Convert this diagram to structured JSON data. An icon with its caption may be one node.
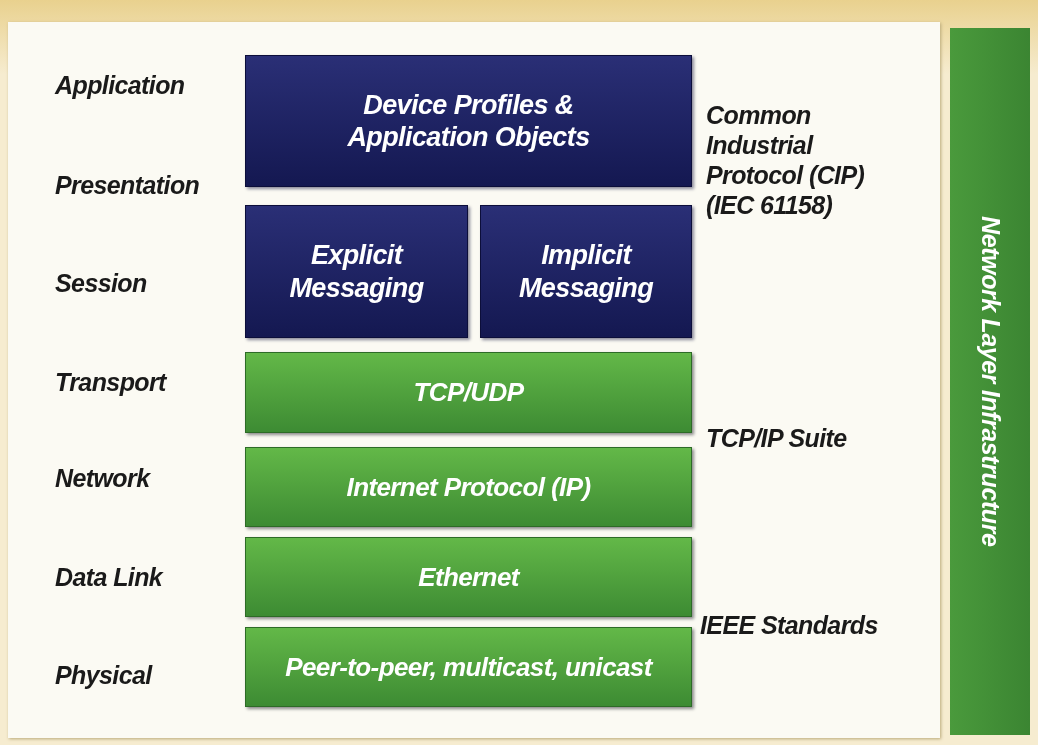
{
  "diagram": {
    "nodes": [
      {
        "text": [
          "Device Profiles & Application Objects"
        ]
      },
      {
        "text": [
          "Explicit Messaging"
        ]
      },
      {
        "text": [
          "Implicit Messaging"
        ]
      },
      {
        "text": [
          "TCP/UDP"
        ]
      },
      {
        "text": [
          "Internet Protocol (IP)"
        ]
      },
      {
        "text": [
          "Ethernet"
        ]
      },
      {
        "text": [
          "Peer-to-peer, multicast, unicast"
        ]
      },
      {
        "text": [
          "Network Layer Infrastructure"
        ]
      }
    ],
    "labels": [
      "Application",
      "Presentation",
      "Session",
      "Transport",
      "Network",
      "Data Link",
      "Physical",
      "Common Industrial Protocol (CIP) (IEC 61158)",
      "TCP/IP Suite",
      "IEEE Standards"
    ]
  }
}
